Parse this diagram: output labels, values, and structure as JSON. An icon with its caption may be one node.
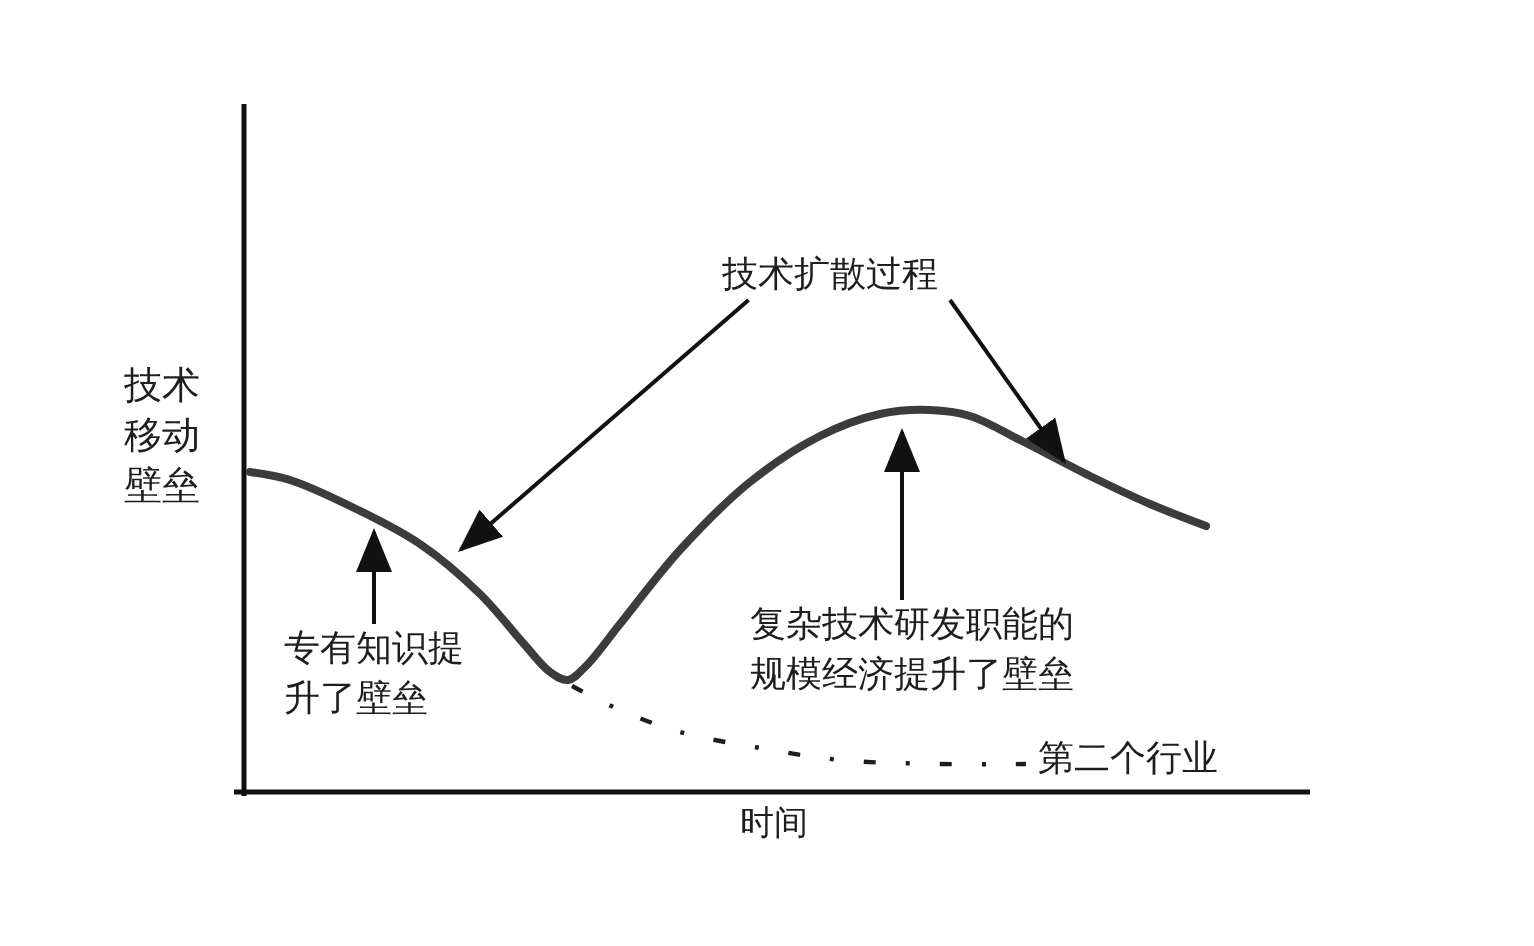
{
  "diagram": {
    "nodes": [
      {
        "text": [
          "技术扩散过程"
        ]
      },
      {
        "text": [
          "专有知识提升了壁垒"
        ]
      },
      {
        "text": [
          "复杂技术研发职能的规模经济提升了壁垒"
        ]
      }
    ],
    "edges": [
      {
        "from": 0,
        "to": null,
        "arrow": "to"
      },
      {
        "from": 0,
        "to": null,
        "arrow": "to"
      },
      {
        "from": 1,
        "to": null,
        "arrow": "to"
      },
      {
        "from": 2,
        "to": null,
        "arrow": "to"
      }
    ],
    "labels": [
      "技术移动壁垒",
      "第二个行业",
      "时间"
    ]
  }
}
